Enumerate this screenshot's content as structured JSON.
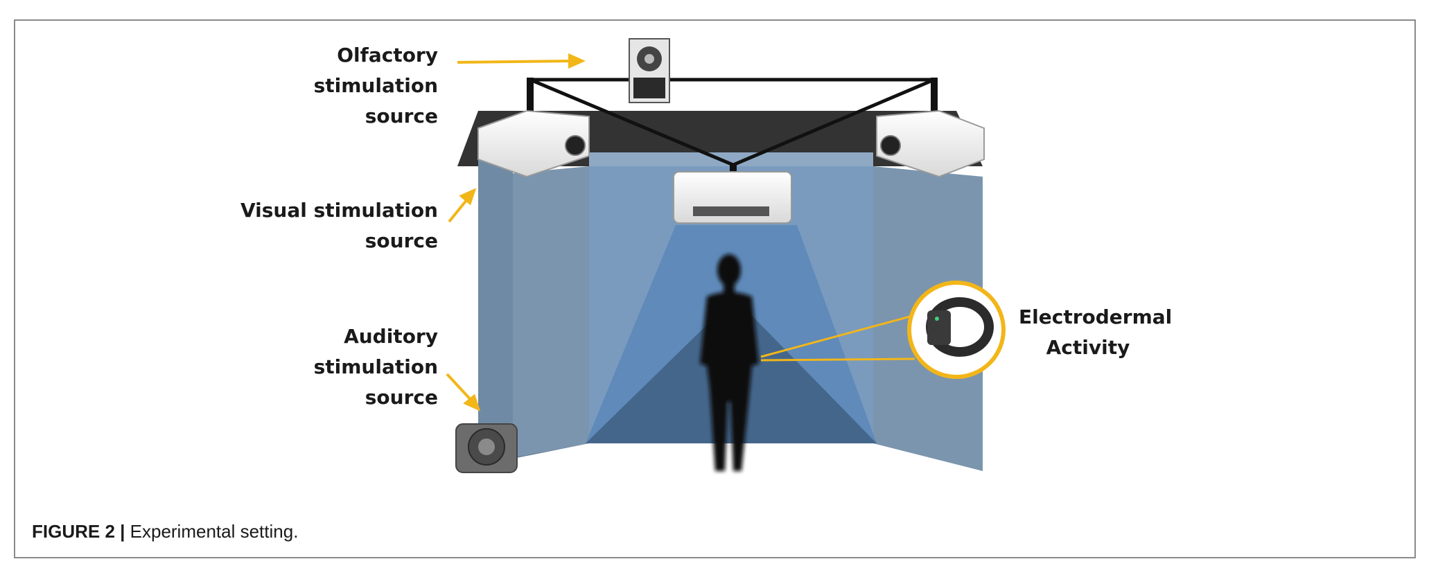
{
  "labels": {
    "olfactory": [
      "Olfactory",
      "stimulation",
      "source"
    ],
    "visual": [
      "Visual stimulation",
      "source"
    ],
    "auditory": [
      "Auditory",
      "stimulation",
      "source"
    ],
    "eda": [
      "Electrodermal",
      "Activity"
    ]
  },
  "caption": {
    "figure_label": "FIGURE 2 |",
    "text": "Experimental setting."
  },
  "colors": {
    "arrow": "#f2b619",
    "wall": "#7a94ad",
    "beam": "#5a8ec4",
    "frame_border": "#8a8a8a"
  },
  "icons": [
    "olfactometer-icon",
    "projector-icon",
    "speaker-icon",
    "wristband-icon",
    "person-silhouette-icon"
  ]
}
